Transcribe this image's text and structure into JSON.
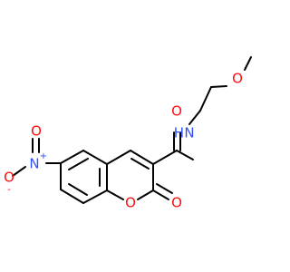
{
  "atoms": [
    {
      "id": "o-nitro-top",
      "label": "O",
      "color": "#ff0d0d"
    },
    {
      "id": "n-nitro",
      "label": "N",
      "charge": "+",
      "color": "#3050f8"
    },
    {
      "id": "o-nitro-left",
      "label": "O",
      "charge": "-",
      "color": "#ff0d0d"
    },
    {
      "id": "n-amide",
      "label": "N",
      "color": "#3050f8"
    },
    {
      "id": "h-amide",
      "label": "H",
      "color": "#3050f8"
    },
    {
      "id": "o-methoxy",
      "label": "O",
      "color": "#ff0d0d"
    },
    {
      "id": "o-amide",
      "label": "O",
      "color": "#ff0d0d"
    },
    {
      "id": "o-ring",
      "label": "O",
      "color": "#ff0d0d"
    },
    {
      "id": "o-lactone",
      "label": "O",
      "color": "#ff0d0d"
    }
  ],
  "bond_color": "#000000"
}
